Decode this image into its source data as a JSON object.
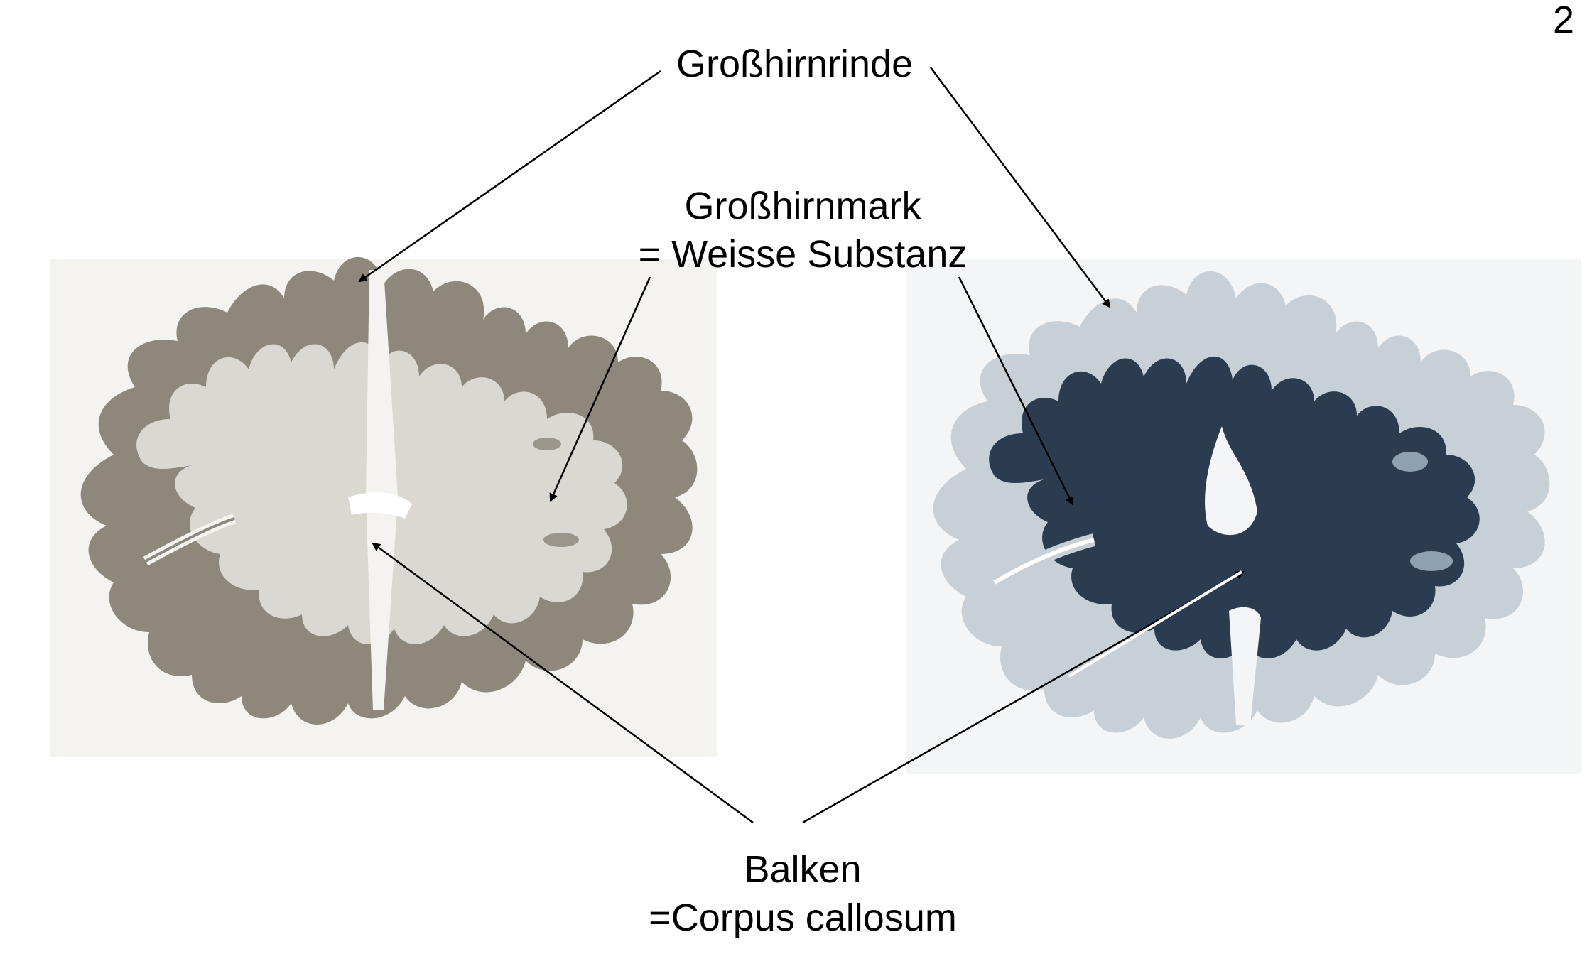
{
  "page_number": "2",
  "labels": {
    "cortex": "Großhirnrinde",
    "medulla_line1": "Großhirnmark",
    "medulla_line2": "= Weisse Substanz",
    "callosum_line1": "Balken",
    "callosum_line2": "=Corpus callosum"
  },
  "colors": {
    "left_cortex": "#8e887c",
    "left_white_matter": "#dcd9d2",
    "left_background": "#f4f2ee",
    "right_cortex": "#c9d2d8",
    "right_white_matter": "#2a3b50",
    "right_background": "#f3f4f6",
    "arrows": "#000000"
  },
  "images": [
    {
      "name": "left-brain-section",
      "stain": "unstained"
    },
    {
      "name": "right-brain-section",
      "stain": "myelin-stain"
    }
  ]
}
